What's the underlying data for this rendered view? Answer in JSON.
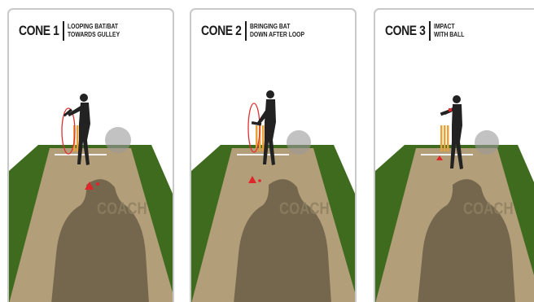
{
  "panels": [
    {
      "title": "CONE 1",
      "desc_line1": "LOOPING BAT/BAT",
      "desc_line2": "TOWARDS GULLEY",
      "coach_label": "COACH"
    },
    {
      "title": "CONE 2",
      "desc_line1": "BRINGING BAT",
      "desc_line2": "DOWN AFTER LOOP",
      "coach_label": "COACH"
    },
    {
      "title": "CONE 3",
      "desc_line1": "IMPACT",
      "desc_line2": "WITH BALL",
      "coach_label": "COACH"
    }
  ],
  "colors": {
    "grass": "#3f6b1f",
    "pitch": "#b39e7a",
    "coach": "#5f5440",
    "cone": "#e0262a",
    "loop": "#e03030",
    "stumps": "#e8a23a",
    "batsman": "#222222"
  }
}
